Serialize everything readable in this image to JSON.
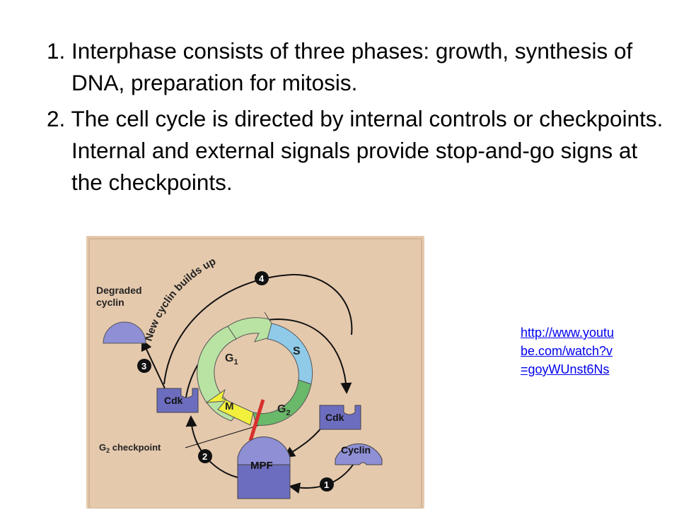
{
  "bullets": [
    {
      "number": "1.",
      "text": "Interphase consists of three phases: growth, synthesis of DNA, preparation for mitosis."
    },
    {
      "number": "2.",
      "text": "The cell cycle is directed by internal controls or checkpoints. Internal and external signals provide stop-and-go signs at the checkpoints."
    }
  ],
  "link": {
    "text": "http://www.youtube.com/watch?v=goyWUnst6Ns"
  },
  "diagram": {
    "labels": {
      "new_cyclin": "New cyclin builds up",
      "degraded": [
        "Degraded",
        "cyclin"
      ],
      "g2_checkpoint_prefix": "G",
      "g2_checkpoint_sub": "2",
      "g2_checkpoint_suffix": " checkpoint",
      "cdk_left": "Cdk",
      "cdk_right": "Cdk",
      "cyclin": "Cyclin",
      "mpf": "MPF",
      "phase_g1": "G",
      "phase_g1_sub": "1",
      "phase_s": "S",
      "phase_g2": "G",
      "phase_g2_sub": "2",
      "phase_m": "M"
    },
    "steps": [
      "1",
      "2",
      "3",
      "4"
    ],
    "colors": {
      "background": "#e5c9ad",
      "protein": "#8f8fd6",
      "protein_dark": "#6d6dbf",
      "g1": "#b9e3a3",
      "s": "#8fcbe9",
      "g2": "#6ab86a",
      "m": "#f2f03c",
      "checkpoint": "#d8302c"
    }
  }
}
